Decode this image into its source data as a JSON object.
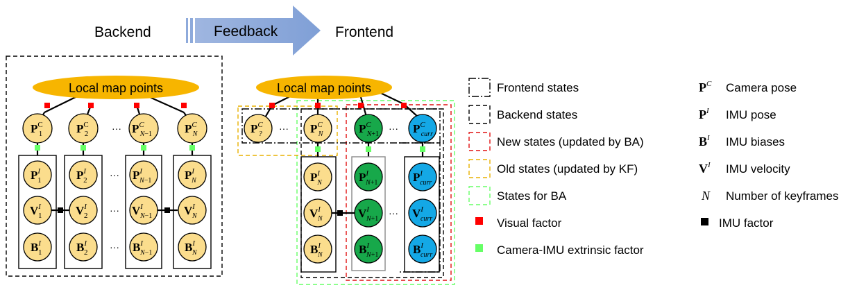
{
  "header": {
    "left": "Backend",
    "arrow": "Feedback",
    "right": "Frontend"
  },
  "map_label": "Local map points",
  "dots": "···",
  "legend": {
    "items": [
      {
        "label": "Frontend states",
        "style": "black-dashdot"
      },
      {
        "label": "Backend states",
        "style": "black-dashed"
      },
      {
        "label": "New states (updated by BA)",
        "style": "red-dashed"
      },
      {
        "label": "Old states (updated by KF)",
        "style": "yellow-dashed"
      },
      {
        "label": "States for BA",
        "style": "green-dashed"
      },
      {
        "label": "Visual factor",
        "style": "red-square"
      },
      {
        "label": "Camera-IMU  extrinsic factor",
        "style": "green-square"
      }
    ],
    "symbols": [
      {
        "sym": "P",
        "sup": "C",
        "label": "Camera pose"
      },
      {
        "sym": "P",
        "sup": "I",
        "label": "IMU pose"
      },
      {
        "sym": "B",
        "sup": "I",
        "label": "IMU biases"
      },
      {
        "sym": "V",
        "sup": "I",
        "label": "IMU velocity"
      },
      {
        "sym": "N",
        "sup": "",
        "label": "Number of keyframes"
      },
      {
        "sym": "",
        "sup": "",
        "label": "IMU factor"
      }
    ]
  },
  "colors": {
    "old_node": "#fbdd8d",
    "new_node": "#17a84a",
    "curr_node": "#14a8e6",
    "map_ellipse": "#f7b500",
    "arrow": "#8eaadb",
    "visual_factor": "#ff0000",
    "extrinsic_factor": "#66ff66"
  }
}
